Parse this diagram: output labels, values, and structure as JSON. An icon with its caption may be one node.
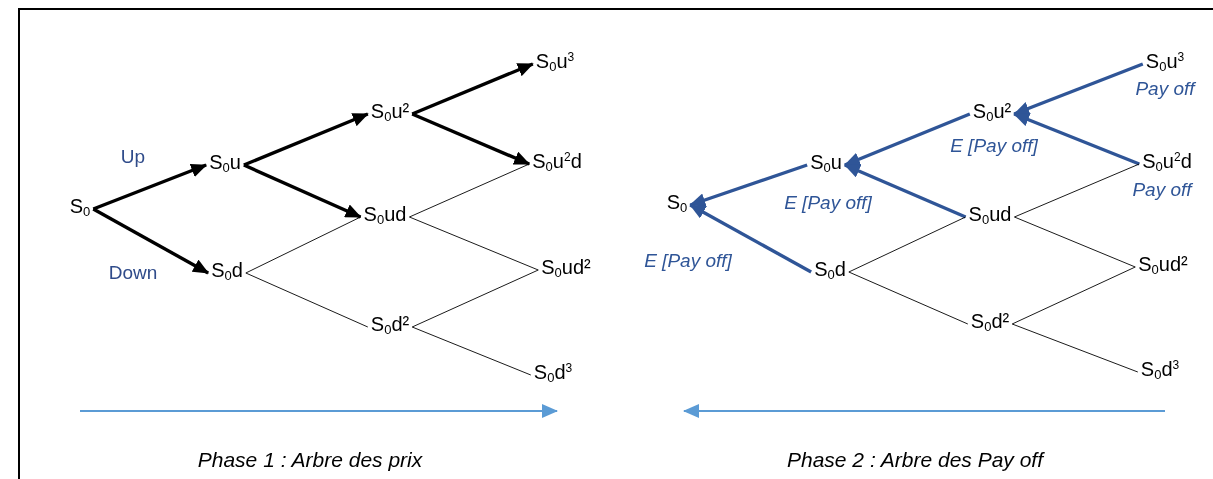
{
  "diagram": {
    "nodes": [
      {
        "text": [
          "S$_{0}$"
        ]
      },
      {
        "text": [
          "S$_{0}$u"
        ]
      },
      {
        "text": [
          "S$_{0}$d"
        ]
      },
      {
        "text": [
          "S$_{0}$u²"
        ]
      },
      {
        "text": [
          "S$_{0}$ud"
        ]
      },
      {
        "text": [
          "S$_{0}$d²"
        ]
      },
      {
        "text": [
          "S$_{0}$u$^{3}$"
        ]
      },
      {
        "text": [
          "S$_{0}$u$^{2}$d"
        ]
      },
      {
        "text": [
          "S$_{0}$ud²"
        ]
      },
      {
        "text": [
          "S$_{0}$d$^{3}$"
        ]
      },
      {
        "text": [
          "S$_{0}$"
        ],
        "beside": [
          "E [Pay off]"
        ]
      },
      {
        "text": [
          "S$_{0}$u"
        ],
        "beside": [
          "E [Pay off]"
        ]
      },
      {
        "text": [
          "S$_{0}$d"
        ]
      },
      {
        "text": [
          "S$_{0}$u²"
        ],
        "beside": [
          "E [Pay off]"
        ]
      },
      {
        "text": [
          "S$_{0}$ud"
        ]
      },
      {
        "text": [
          "S$_{0}$d²"
        ]
      },
      {
        "text": [
          "S$_{0}$u$^{3}$"
        ],
        "beside": [
          "Pay off"
        ]
      },
      {
        "text": [
          "S$_{0}$u$^{2}$d"
        ],
        "beside": [
          "Pay off"
        ]
      },
      {
        "text": [
          "S$_{0}$ud²"
        ]
      },
      {
        "text": [
          "S$_{0}$d$^{3}$"
        ]
      }
    ],
    "edges": [
      {
        "from": 0,
        "to": 1,
        "arrow": "to",
        "label": "Up",
        "style": "thick"
      },
      {
        "from": 0,
        "to": 2,
        "arrow": "to",
        "label": "Down",
        "style": "thick"
      },
      {
        "from": 1,
        "to": 3,
        "arrow": "to",
        "style": "thick"
      },
      {
        "from": 1,
        "to": 4,
        "arrow": "to",
        "style": "thick"
      },
      {
        "from": 3,
        "to": 6,
        "arrow": "to",
        "style": "thick"
      },
      {
        "from": 3,
        "to": 7,
        "arrow": "to",
        "style": "thick"
      },
      {
        "from": 2,
        "to": 4,
        "arrow": "none"
      },
      {
        "from": 2,
        "to": 5,
        "arrow": "none"
      },
      {
        "from": 4,
        "to": 7,
        "arrow": "none"
      },
      {
        "from": 4,
        "to": 8,
        "arrow": "none"
      },
      {
        "from": 5,
        "to": 8,
        "arrow": "none"
      },
      {
        "from": 5,
        "to": 9,
        "arrow": "none"
      },
      {
        "from": 11,
        "to": 10,
        "arrow": "to",
        "style": "thick",
        "color": "#2f5597"
      },
      {
        "from": 12,
        "to": 10,
        "arrow": "to",
        "style": "thick",
        "color": "#2f5597"
      },
      {
        "from": 13,
        "to": 11,
        "arrow": "to",
        "style": "thick",
        "color": "#2f5597"
      },
      {
        "from": 14,
        "to": 11,
        "arrow": "to",
        "style": "thick",
        "color": "#2f5597"
      },
      {
        "from": 16,
        "to": 13,
        "arrow": "to",
        "style": "thick",
        "color": "#2f5597"
      },
      {
        "from": 17,
        "to": 13,
        "arrow": "to",
        "style": "thick",
        "color": "#2f5597"
      },
      {
        "from": 12,
        "to": 14,
        "arrow": "none"
      },
      {
        "from": 12,
        "to": 15,
        "arrow": "none"
      },
      {
        "from": 14,
        "to": 17,
        "arrow": "none"
      },
      {
        "from": 14,
        "to": 18,
        "arrow": "none"
      },
      {
        "from": 15,
        "to": 18,
        "arrow": "none"
      },
      {
        "from": 15,
        "to": 19,
        "arrow": "none"
      }
    ],
    "labels": [
      "Phase 1 : Arbre des prix",
      "Phase 2 : Arbre des Pay off"
    ]
  }
}
